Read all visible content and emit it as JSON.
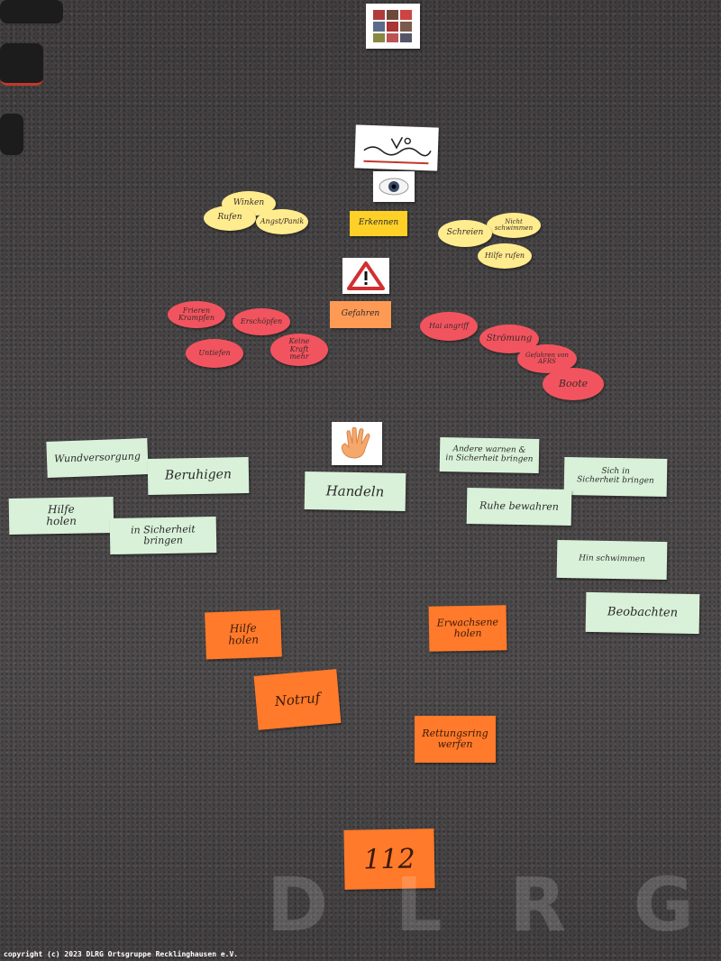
{
  "icons": {
    "top_photo": "photo-grid-icon",
    "waves": "drowning-waves-icon",
    "eye": "eye-icon",
    "warning": "warning-triangle-icon",
    "hand": "hand-icon"
  },
  "center": {
    "erkennen": "Erkennen",
    "gefahren": "Gefahren",
    "handeln": "Handeln",
    "number": "112"
  },
  "yellow_ovals": {
    "left": [
      "Winken",
      "Rufen",
      "Angst/Panik"
    ],
    "right": [
      "Schreien",
      "Nicht\nschwimmen",
      "Hilfe rufen"
    ]
  },
  "pink_ovals": {
    "left": [
      "Frieren\nKrampfen",
      "Erschöpfen",
      "Untiefen",
      "Keine\nKraft\nmehr"
    ],
    "right": [
      "Hai angriff",
      "Strömung",
      "Gefahren von\nAFRS",
      "Boote"
    ]
  },
  "green_cards": {
    "left": [
      "Wundversorgung",
      "Beruhigen",
      "Hilfe\nholen",
      "in Sicherheit\nbringen"
    ],
    "right": [
      "Andere warnen &\nin Sicherheit bringen",
      "Sich in\nSicherheit bringen",
      "Ruhe bewahren",
      "Hin schwimmen",
      "Beobachten"
    ]
  },
  "orange_cards": [
    "Hilfe\nholen",
    "Erwachsene\nholen",
    "Notruf",
    "Rettungsring\nwerfen"
  ],
  "watermark": [
    "D",
    "L",
    "R",
    "G"
  ],
  "copyright": "copyright (c) 2023 DLRG Ortsgruppe Recklinghausen e.V.",
  "colors": {
    "carpet": "#444243",
    "green_card": "#d9f1d9",
    "orange_card": "#ff7a2a",
    "yellow_oval": "#ffec8e",
    "pink_oval": "#f2545f",
    "erkennen_card": "#ffd028"
  }
}
